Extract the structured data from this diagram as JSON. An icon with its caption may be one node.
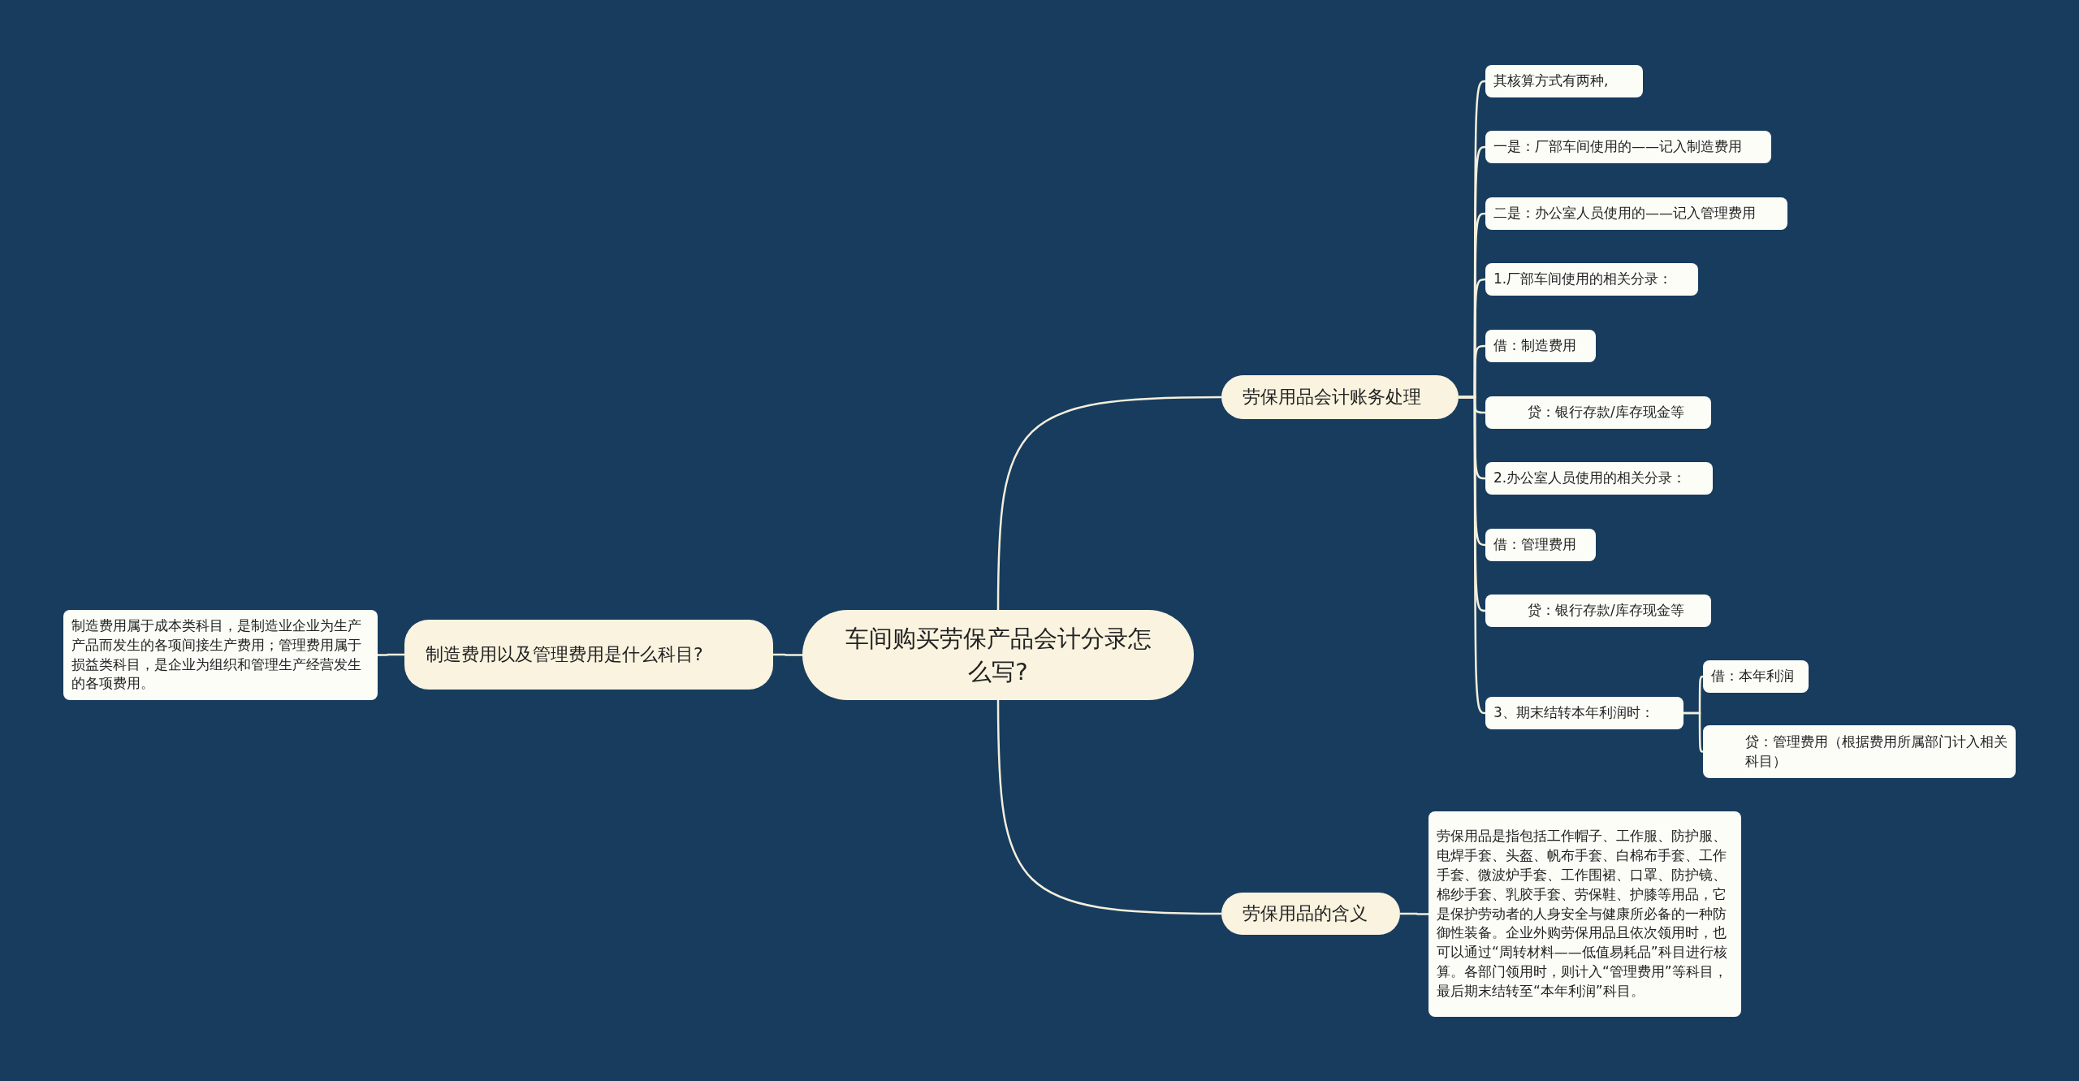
{
  "diagram": {
    "nodes": [
      {
        "text": [
          "车间购买劳保产品会计分录怎么写?"
        ]
      },
      {
        "text": [
          "制造费用以及管理费用是什么科目?"
        ]
      },
      {
        "text": [
          "制造费用属于成本类科目，是制造业企业为生产产品而发生的各项间接生产费用；管理费用属于损益类科目，是企业为组织和管理生产经营发生的各项费用。"
        ]
      },
      {
        "text": [
          "劳保用品会计账务处理"
        ]
      },
      {
        "text": [
          "其核算方式有两种,"
        ]
      },
      {
        "text": [
          "一是：厂部车间使用的——记入制造费用"
        ]
      },
      {
        "text": [
          "二是：办公室人员使用的——记入管理费用"
        ]
      },
      {
        "text": [
          "1.厂部车间使用的相关分录："
        ]
      },
      {
        "text": [
          "借：制造费用"
        ]
      },
      {
        "text": [
          "贷：银行存款/库存现金等"
        ]
      },
      {
        "text": [
          "2.办公室人员使用的相关分录："
        ]
      },
      {
        "text": [
          "借：管理费用"
        ]
      },
      {
        "text": [
          "贷：银行存款/库存现金等"
        ]
      },
      {
        "text": [
          "3、期末结转本年利润时："
        ]
      },
      {
        "text": [
          "借：本年利润"
        ]
      },
      {
        "text": [
          "贷：管理费用（根据费用所属部门计入相关科目）"
        ]
      },
      {
        "text": [
          "劳保用品的含义"
        ]
      },
      {
        "text": [
          "劳保用品是指包括工作帽子、工作服、防护服、电焊手套、头盔、帆布手套、白棉布手套、工作手套、微波炉手套、工作围裙、口罩、防护镜、棉纱手套、乳胶手套、劳保鞋、护膝等用品，它是保护劳动者的人身安全与健康所必备的一种防御性装备。企业外购劳保用品且依次领用时，也可以通过“周转材料——低值易耗品”科目进行核算。各部门领用时，则计入“管理费用”等科目，最后期末结转至“本年利润”科目。"
        ]
      }
    ],
    "edges": [
      {
        "from": 0,
        "to": 1,
        "arrow": "none"
      },
      {
        "from": 1,
        "to": 2,
        "arrow": "none"
      },
      {
        "from": 0,
        "to": 3,
        "arrow": "none"
      },
      {
        "from": 0,
        "to": 16,
        "arrow": "none"
      },
      {
        "from": 3,
        "to": 4,
        "arrow": "none"
      },
      {
        "from": 3,
        "to": 5,
        "arrow": "none"
      },
      {
        "from": 3,
        "to": 6,
        "arrow": "none"
      },
      {
        "from": 3,
        "to": 7,
        "arrow": "none"
      },
      {
        "from": 3,
        "to": 8,
        "arrow": "none"
      },
      {
        "from": 3,
        "to": 9,
        "arrow": "none"
      },
      {
        "from": 3,
        "to": 10,
        "arrow": "none"
      },
      {
        "from": 3,
        "to": 11,
        "arrow": "none"
      },
      {
        "from": 3,
        "to": 12,
        "arrow": "none"
      },
      {
        "from": 3,
        "to": 13,
        "arrow": "none"
      },
      {
        "from": 13,
        "to": 14,
        "arrow": "none"
      },
      {
        "from": 13,
        "to": 15,
        "arrow": "none"
      },
      {
        "from": 16,
        "to": 17,
        "arrow": "none"
      }
    ]
  }
}
